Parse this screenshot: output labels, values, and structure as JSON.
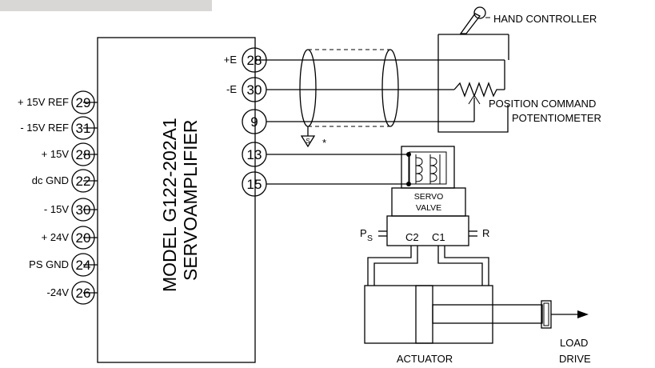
{
  "amplifier": {
    "model_line1": "MODEL G122-202A1",
    "model_line2": "SERVOAMPLIFIER"
  },
  "left_terminals": [
    {
      "label": "+ 15V REF",
      "pin": "29"
    },
    {
      "label": "- 15V REF",
      "pin": "31"
    },
    {
      "label": "+ 15V",
      "pin": "28"
    },
    {
      "label": "dc GND",
      "pin": "22"
    },
    {
      "label": "- 15V",
      "pin": "30"
    },
    {
      "label": "+ 24V",
      "pin": "20"
    },
    {
      "label": "PS GND",
      "pin": "24"
    },
    {
      "label": "-24V",
      "pin": "26"
    }
  ],
  "right_terminals": [
    {
      "label": "+E",
      "pin": "28"
    },
    {
      "label": "-E",
      "pin": "30"
    },
    {
      "label": "",
      "pin": "9"
    },
    {
      "label": "",
      "pin": "13"
    },
    {
      "label": "",
      "pin": "15"
    }
  ],
  "components": {
    "hand_controller": "HAND CONTROLLER",
    "pot_line1": "POSITION COMMAND",
    "pot_line2": "POTENTIOMETER",
    "servo_line1": "SERVO",
    "servo_line2": "VALVE",
    "ps_label": "P",
    "ps_sub": "S",
    "r_label": "R",
    "c2_label": "C2",
    "c1_label": "C1",
    "actuator": "ACTUATOR",
    "load_line1": "LOAD",
    "load_line2": "DRIVE",
    "shield_ground": "S",
    "asterisk": "*"
  }
}
